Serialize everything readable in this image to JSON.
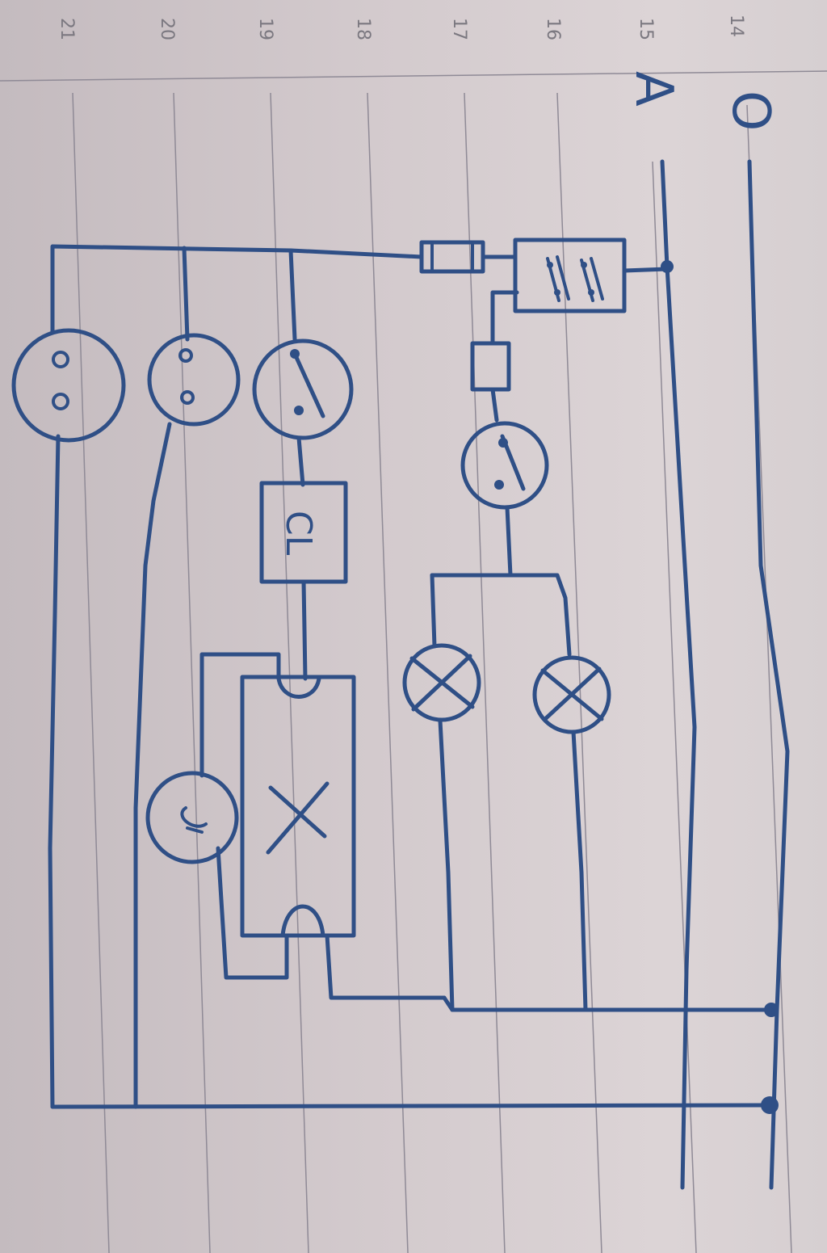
{
  "paper": {
    "line_numbers": [
      "14",
      "15",
      "16",
      "17",
      "18",
      "19",
      "20",
      "21"
    ]
  },
  "diagram": {
    "rail_labels": {
      "neutral": "O",
      "phase": "A"
    },
    "box_label": "CL",
    "colors": {
      "ink": "#2f4f86",
      "paper": "#d3cacd",
      "ruled_line": "#8f8a96"
    }
  }
}
